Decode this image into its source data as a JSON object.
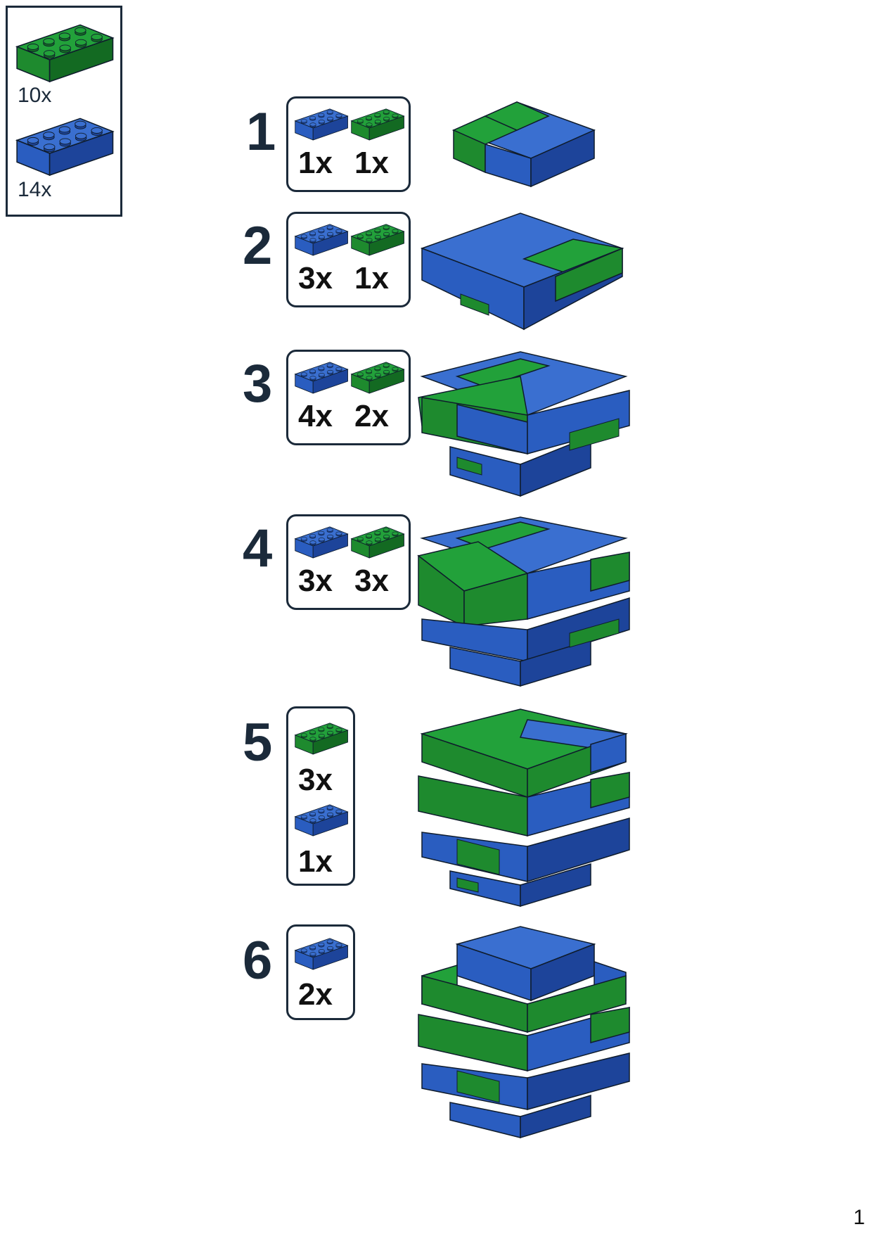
{
  "colors": {
    "green": "#1e8a2e",
    "green_top": "#22a13a",
    "green_dark": "#136a22",
    "blue": "#2a5dc0",
    "blue_top": "#3a6fd0",
    "blue_dark": "#1d449a",
    "outline": "#0f1c2c",
    "text": "#1b2a3a"
  },
  "inventory": {
    "items": [
      {
        "color": "green",
        "count": "10x",
        "icon": "green-2x4-brick-icon"
      },
      {
        "color": "blue",
        "count": "14x",
        "icon": "blue-2x4-brick-icon"
      }
    ]
  },
  "steps": [
    {
      "number": "1",
      "parts": [
        {
          "color": "blue",
          "count": "1x"
        },
        {
          "color": "green",
          "count": "1x"
        }
      ]
    },
    {
      "number": "2",
      "parts": [
        {
          "color": "blue",
          "count": "3x"
        },
        {
          "color": "green",
          "count": "1x"
        }
      ]
    },
    {
      "number": "3",
      "parts": [
        {
          "color": "blue",
          "count": "4x"
        },
        {
          "color": "green",
          "count": "2x"
        }
      ]
    },
    {
      "number": "4",
      "parts": [
        {
          "color": "blue",
          "count": "3x"
        },
        {
          "color": "green",
          "count": "3x"
        }
      ]
    },
    {
      "number": "5",
      "parts": [
        {
          "color": "green",
          "count": "3x"
        },
        {
          "color": "blue",
          "count": "1x"
        }
      ]
    },
    {
      "number": "6",
      "parts": [
        {
          "color": "blue",
          "count": "2x"
        }
      ]
    }
  ],
  "page_number": "1"
}
